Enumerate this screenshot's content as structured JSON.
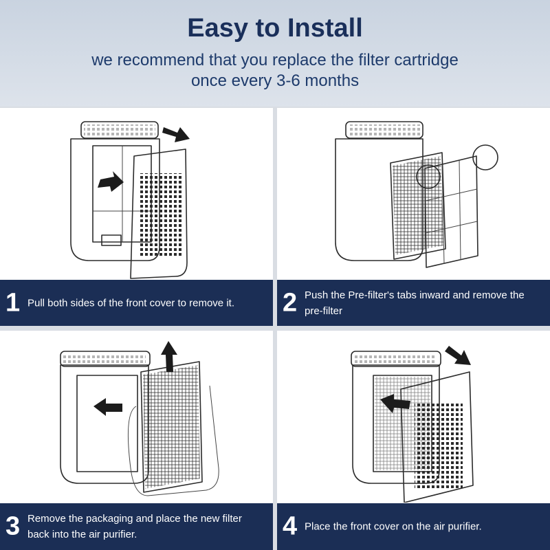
{
  "header": {
    "title": "Easy to Install",
    "subtitle_line1": "we recommend that you replace the filter cartridge",
    "subtitle_line2": "once every 3-6 months"
  },
  "steps": [
    {
      "number": "1",
      "text": "Pull both sides of the front cover to remove it."
    },
    {
      "number": "2",
      "text": "Push the Pre-filter's tabs inward and remove the pre-filter"
    },
    {
      "number": "3",
      "text": "Remove the packaging and place the new filter back into the air purifier."
    },
    {
      "number": "4",
      "text": "Place the front cover on the air purifier."
    }
  ],
  "colors": {
    "header_bg": "#c9d3e0",
    "title": "#1a2f5a",
    "caption_bar": "#1b2e55",
    "caption_text": "#ffffff"
  }
}
